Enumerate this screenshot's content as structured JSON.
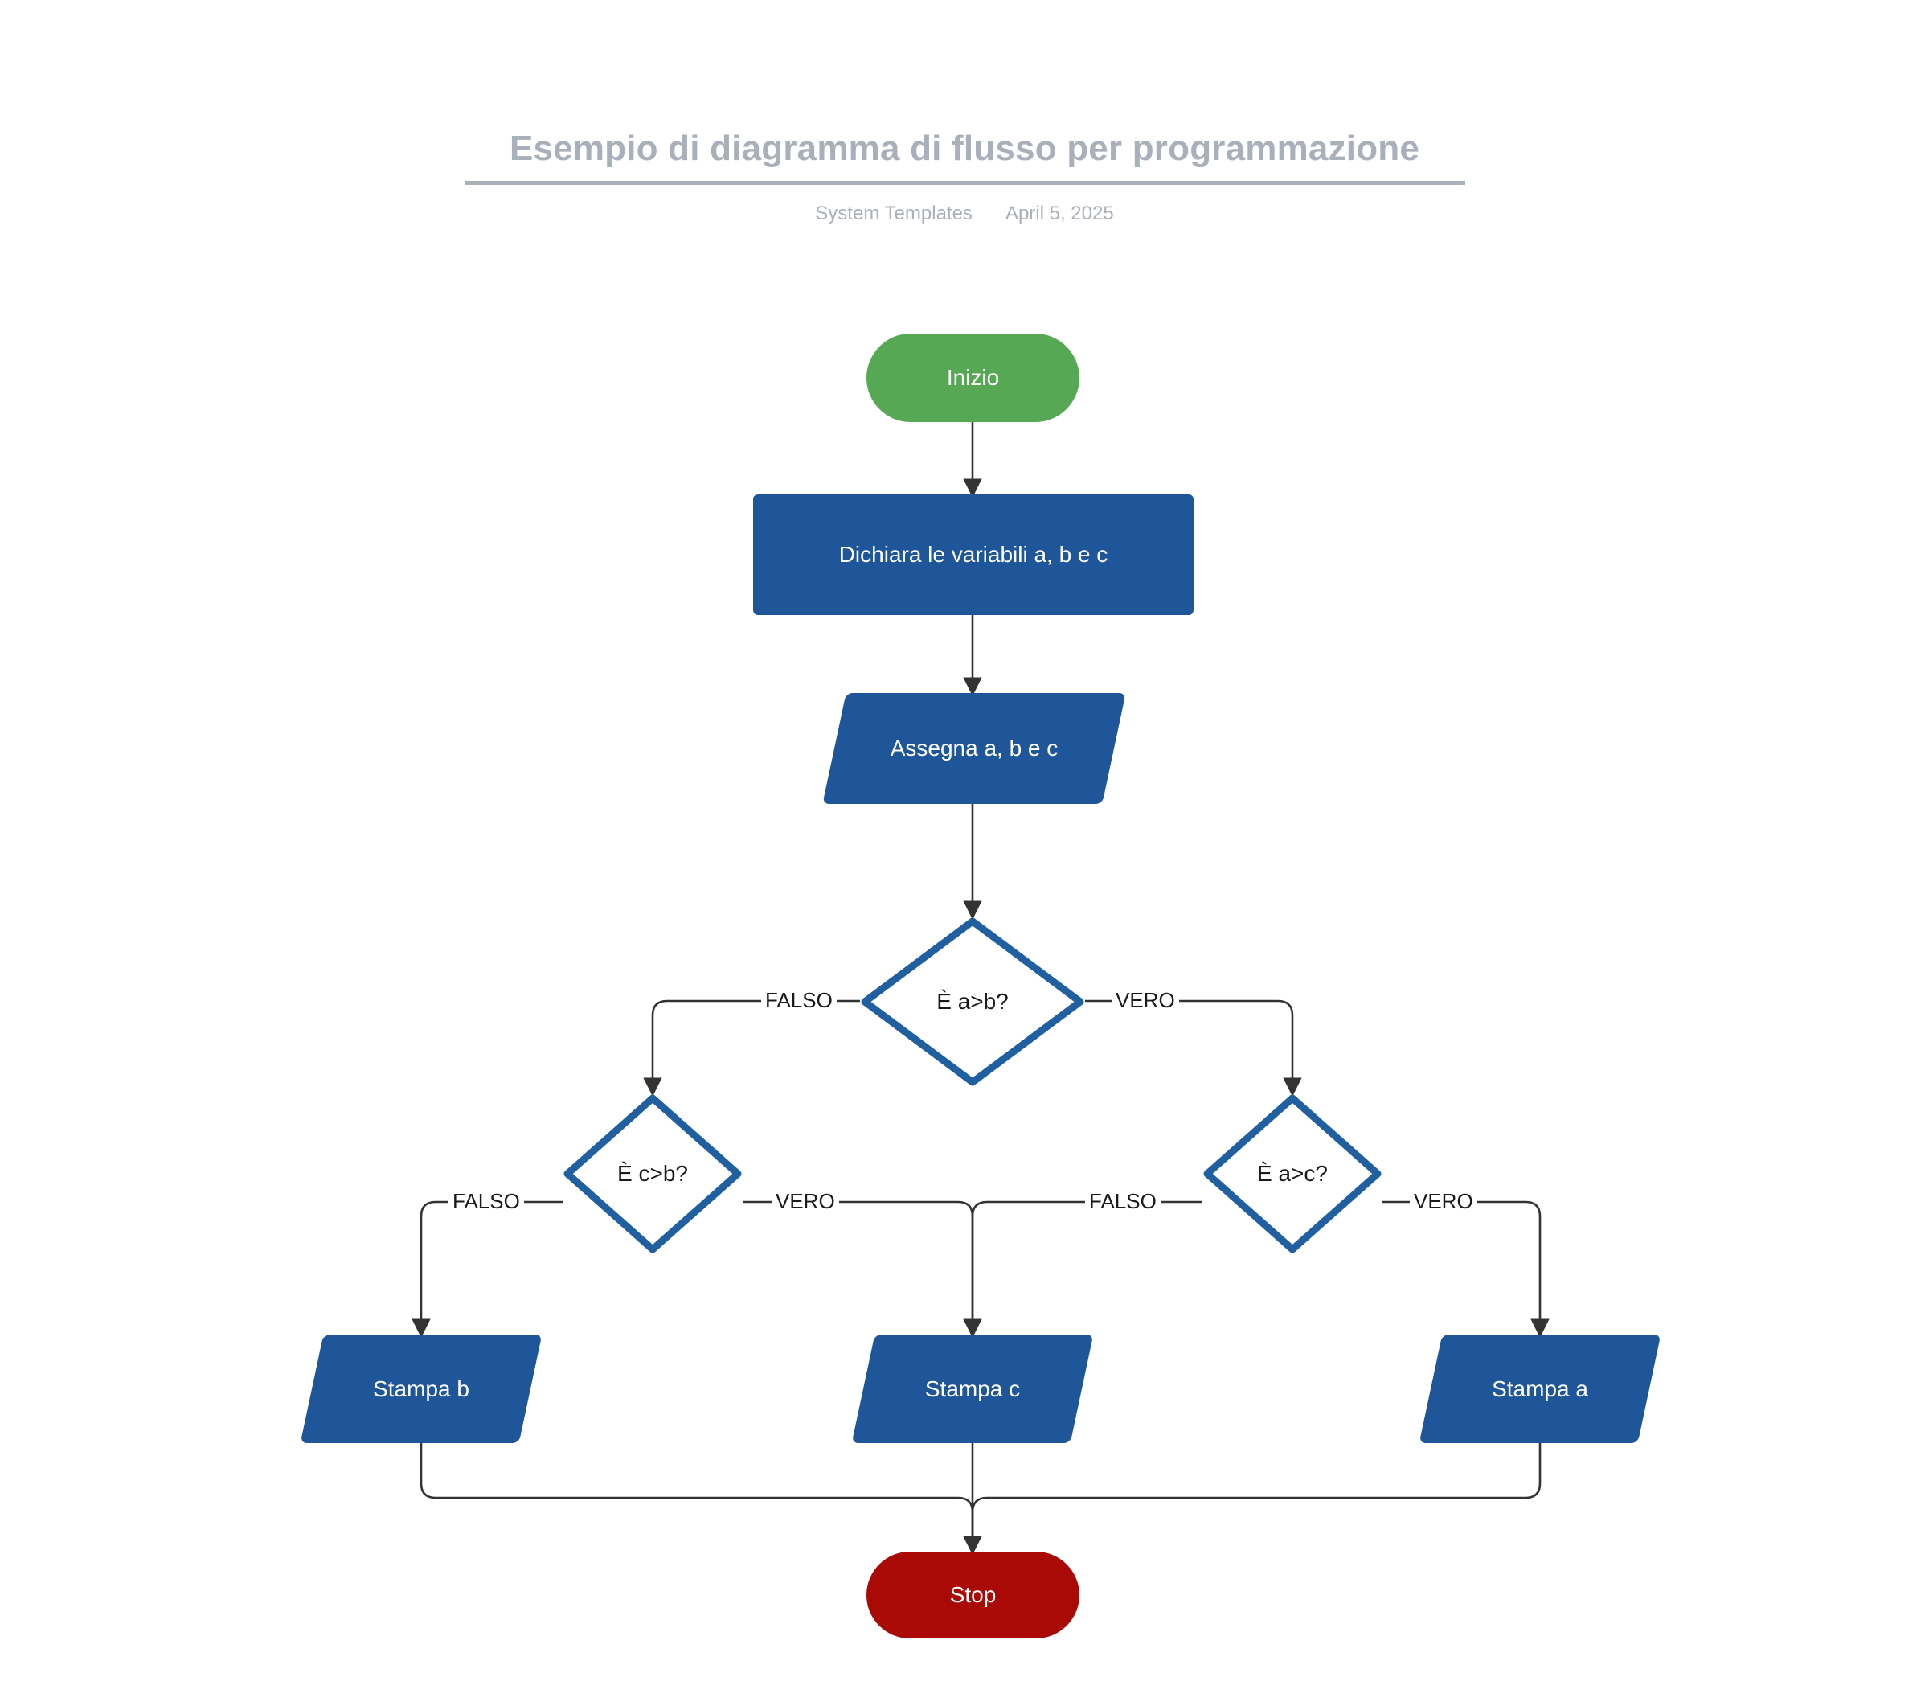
{
  "header": {
    "title": "Esempio di diagramma di flusso per programmazione",
    "author": "System Templates",
    "date": "April 5, 2025"
  },
  "colors": {
    "start_fill": "#57a855",
    "stop_fill": "#a90a06",
    "process_fill": "#1f5699",
    "io_fill": "#1f5699",
    "decision_stroke": "#2160a0",
    "decision_fill": "#ffffff",
    "connector": "#333333",
    "title_gray": "#aab0bb",
    "node_text": "#ffffff",
    "decision_text": "#1a1a1a"
  },
  "chart_data": {
    "type": "diagram",
    "diagram_kind": "flowchart",
    "title": "Esempio di diagramma di flusso per programmazione",
    "nodes": [
      {
        "id": "start",
        "label": "Inizio",
        "shape": "terminator",
        "fill": "#57a855"
      },
      {
        "id": "declare",
        "label": "Dichiara le variabili a, b e c",
        "shape": "process",
        "fill": "#1f5699"
      },
      {
        "id": "assign",
        "label": "Assegna a, b e c",
        "shape": "parallelogram",
        "fill": "#1f5699"
      },
      {
        "id": "d_ab",
        "label": "È a>b?",
        "shape": "decision",
        "fill": "#ffffff"
      },
      {
        "id": "d_cb",
        "label": "È c>b?",
        "shape": "decision",
        "fill": "#ffffff"
      },
      {
        "id": "d_ac",
        "label": "È a>c?",
        "shape": "decision",
        "fill": "#ffffff"
      },
      {
        "id": "print_b",
        "label": "Stampa b",
        "shape": "parallelogram",
        "fill": "#1f5699"
      },
      {
        "id": "print_c",
        "label": "Stampa c",
        "shape": "parallelogram",
        "fill": "#1f5699"
      },
      {
        "id": "print_a",
        "label": "Stampa a",
        "shape": "parallelogram",
        "fill": "#1f5699"
      },
      {
        "id": "stop",
        "label": "Stop",
        "shape": "terminator",
        "fill": "#a90a06"
      }
    ],
    "edges": [
      {
        "from": "start",
        "to": "declare",
        "label": ""
      },
      {
        "from": "declare",
        "to": "assign",
        "label": ""
      },
      {
        "from": "assign",
        "to": "d_ab",
        "label": ""
      },
      {
        "from": "d_ab",
        "to": "d_cb",
        "label": "FALSO"
      },
      {
        "from": "d_ab",
        "to": "d_ac",
        "label": "VERO"
      },
      {
        "from": "d_cb",
        "to": "print_b",
        "label": "FALSO"
      },
      {
        "from": "d_cb",
        "to": "print_c",
        "label": "VERO"
      },
      {
        "from": "d_ac",
        "to": "print_c",
        "label": "FALSO"
      },
      {
        "from": "d_ac",
        "to": "print_a",
        "label": "VERO"
      },
      {
        "from": "print_b",
        "to": "stop",
        "label": ""
      },
      {
        "from": "print_c",
        "to": "stop",
        "label": ""
      },
      {
        "from": "print_a",
        "to": "stop",
        "label": ""
      }
    ]
  },
  "edge_labels": {
    "ab_false": "FALSO",
    "ab_true": "VERO",
    "cb_false": "FALSO",
    "cb_true": "VERO",
    "ac_false": "FALSO",
    "ac_true": "VERO"
  }
}
